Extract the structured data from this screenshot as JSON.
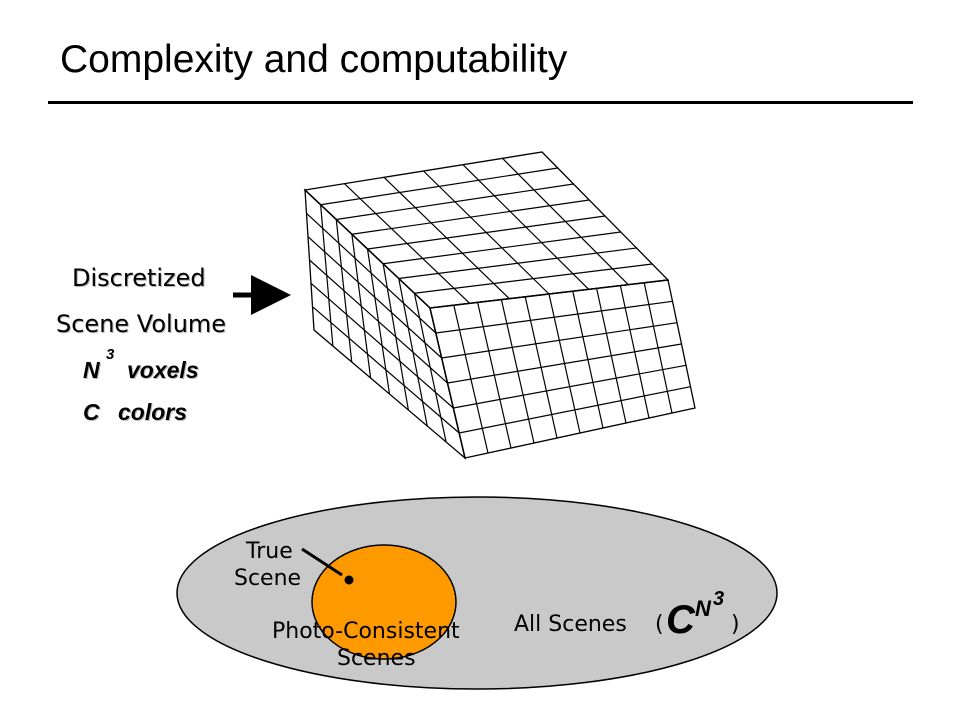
{
  "title": "Complexity and computability",
  "volume_labels": {
    "line1": "Discretized",
    "line2": "Scene Volume",
    "voxels_base": "N",
    "voxels_exponent": "3",
    "voxels_word": "voxels",
    "colors_base": "C",
    "colors_word": "colors"
  },
  "grid": {
    "rows": 6,
    "front_cols": 10,
    "side_cols": 8,
    "depth": 6
  },
  "sets": {
    "true_scene_line1": "True",
    "true_scene_line2": "Scene",
    "photo_line1": "Photo-Consistent",
    "photo_line2": "Scenes",
    "all_scenes": "All Scenes",
    "open_paren": "(",
    "close_paren": ")",
    "count_base": "C",
    "count_exponent_base": "N",
    "count_exponent_power": "3"
  },
  "colors": {
    "outer_ellipse": "#c9c9c9",
    "inner_ellipse": "#ff9900"
  }
}
